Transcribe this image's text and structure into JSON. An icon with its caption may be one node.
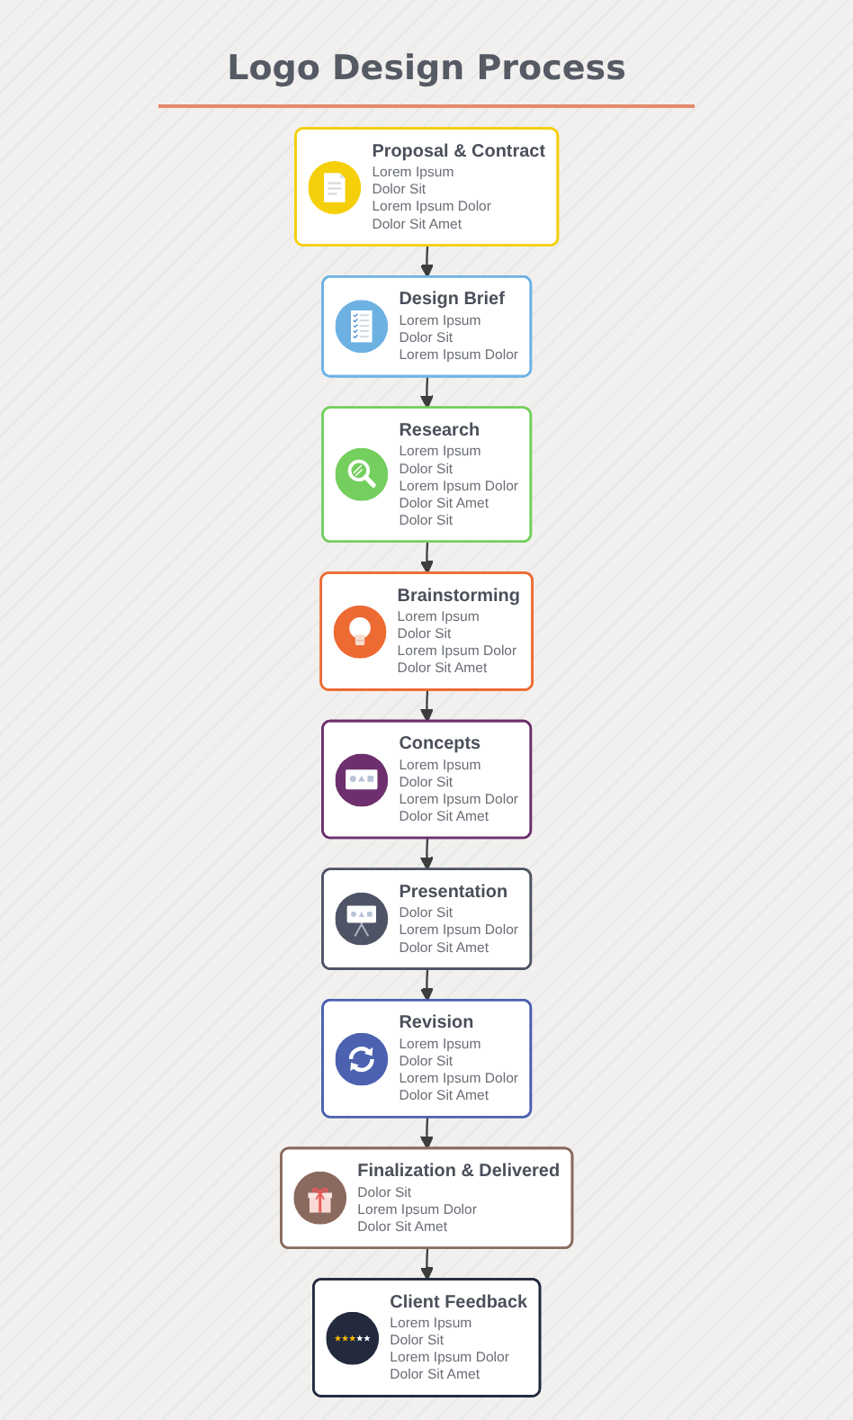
{
  "diagram": {
    "title": "Logo Design Process",
    "nodes": [
      {
        "text": [
          "Proposal & Contract",
          "Lorem Ipsum",
          "Dolor Sit",
          "Lorem Ipsum Dolor",
          "Dolor Sit Amet"
        ]
      },
      {
        "text": [
          "Design Brief",
          "Lorem Ipsum",
          "Dolor Sit",
          "Lorem Ipsum Dolor"
        ]
      },
      {
        "text": [
          "Research",
          "Lorem Ipsum",
          "Dolor Sit",
          "Lorem Ipsum Dolor",
          "Dolor Sit Amet",
          "Dolor Sit"
        ]
      },
      {
        "text": [
          "Brainstorming",
          "Lorem Ipsum",
          "Dolor Sit",
          "Lorem Ipsum Dolor",
          "Dolor Sit Amet"
        ]
      },
      {
        "text": [
          "Concepts",
          "Lorem Ipsum",
          "Dolor Sit",
          "Lorem Ipsum Dolor",
          "Dolor Sit Amet"
        ]
      },
      {
        "text": [
          "Presentation",
          "Dolor Sit",
          "Lorem Ipsum Dolor",
          "Dolor Sit Amet"
        ]
      },
      {
        "text": [
          "Revision",
          "Lorem Ipsum",
          "Dolor Sit",
          "Lorem Ipsum Dolor",
          "Dolor Sit Amet"
        ]
      },
      {
        "text": [
          "Finalization & Delivered",
          "Dolor Sit",
          "Lorem Ipsum Dolor",
          "Dolor Sit Amet"
        ]
      },
      {
        "text": [
          "Client Feedback",
          "Lorem Ipsum",
          "Dolor Sit",
          "Lorem Ipsum Dolor",
          "Dolor Sit Amet"
        ]
      }
    ],
    "edges": [
      {
        "from": 0,
        "to": 1,
        "arrow": "to"
      },
      {
        "from": 1,
        "to": 2,
        "arrow": "to"
      },
      {
        "from": 2,
        "to": 3,
        "arrow": "to"
      },
      {
        "from": 3,
        "to": 4,
        "arrow": "to"
      },
      {
        "from": 4,
        "to": 5,
        "arrow": "to"
      },
      {
        "from": 5,
        "to": 6,
        "arrow": "to"
      },
      {
        "from": 6,
        "to": 7,
        "arrow": "to"
      },
      {
        "from": 7,
        "to": 8,
        "arrow": "to"
      }
    ]
  }
}
